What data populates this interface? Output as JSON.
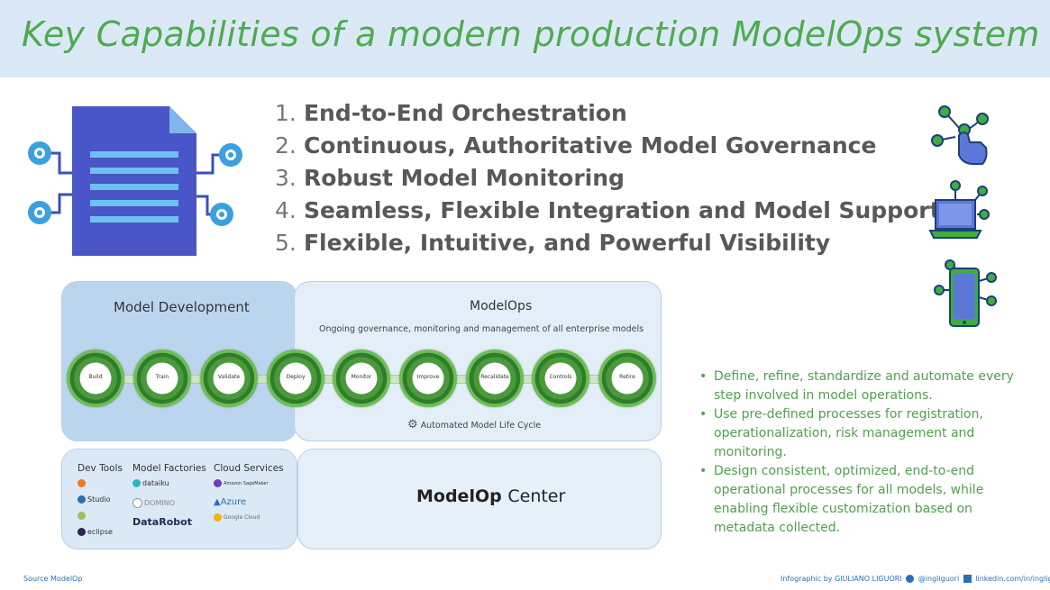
{
  "header": {
    "title": "Key Capabilities of a modern production ModelOps system"
  },
  "capabilities": [
    {
      "num": "1.",
      "text": "End-to-End Orchestration"
    },
    {
      "num": "2.",
      "text": "Continuous, Authoritative Model Governance"
    },
    {
      "num": "3.",
      "text": "Robust Model Monitoring"
    },
    {
      "num": "4.",
      "text": "Seamless, Flexible Integration and Model Support"
    },
    {
      "num": "5.",
      "text": "Flexible, Intuitive, and Powerful Visibility"
    }
  ],
  "diagram": {
    "dev_title": "Model Development",
    "ops_title": "ModelOps",
    "ops_subtitle": "Ongoing governance, monitoring and management of all enterprise models",
    "stages": [
      "Build",
      "Train",
      "Validate",
      "Deploy",
      "Monitor",
      "Improve",
      "Recalidate",
      "Controls",
      "Retire"
    ],
    "lifecycle": "Automated Model Life Cycle",
    "tool_groups": [
      {
        "title": "Dev Tools",
        "items": [
          "Studio",
          "eclipse"
        ]
      },
      {
        "title": "Model Factories",
        "items": [
          "dataiku",
          "DOMINO",
          "DataRobot"
        ]
      },
      {
        "title": "Cloud Services",
        "items": [
          "Amazon SageMaker",
          "Azure",
          "Google Cloud"
        ]
      }
    ],
    "brand_left": "Model",
    "brand_mid": "Op",
    "brand_right": "Center"
  },
  "bullets": [
    "Define, refine, standardize and automate every step involved in model operations.",
    "Use pre-defined processes for registration, operationalization, risk management and monitoring.",
    "Design consistent, optimized, end-to-end operational processes for all models, while enabling flexible customization based on metadata collected."
  ],
  "footer": {
    "source": "Source ModelOp",
    "credit": "Infographic by GIULIANO LIGUORI",
    "twitter": "@ingliguori",
    "linkedin": "linkedin.com/in/ingliguori"
  },
  "colors": {
    "title_green": "#4fab4f",
    "doc_blue": "#4a55c8",
    "node_blue": "#3aa0df",
    "ring_green": "#4a9a3c"
  }
}
